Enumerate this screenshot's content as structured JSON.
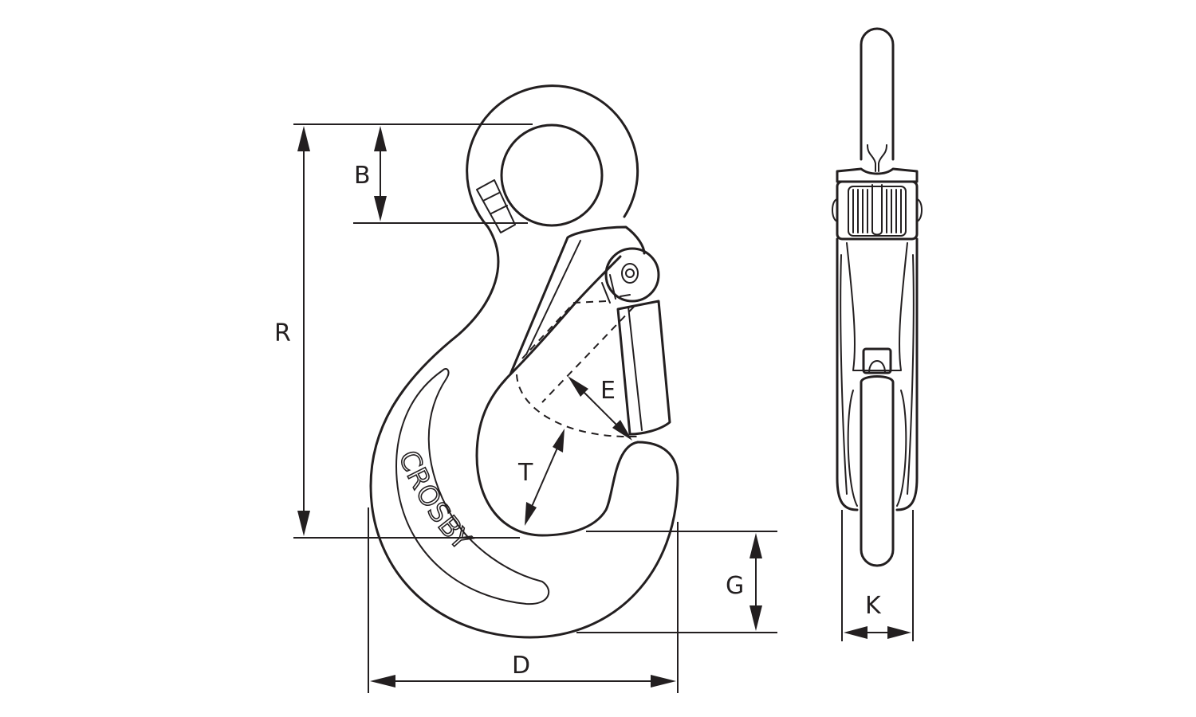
{
  "brand": "CROSBY",
  "dimensions": {
    "B": "B",
    "R": "R",
    "E": "E",
    "T": "T",
    "G": "G",
    "D": "D",
    "K": "K"
  },
  "colors": {
    "line": "#231f20",
    "background": "#ffffff"
  }
}
